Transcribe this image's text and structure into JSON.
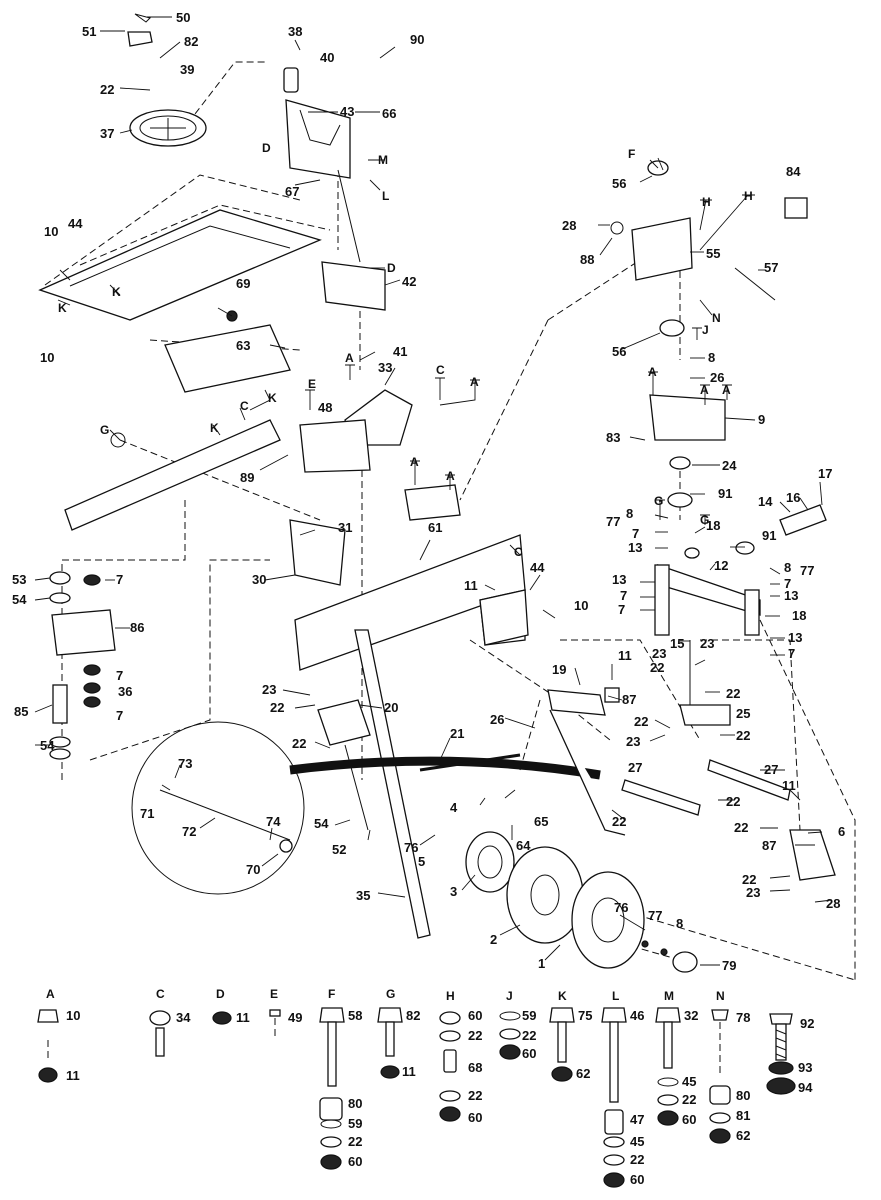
{
  "callouts": [
    "50",
    "51",
    "82",
    "22",
    "39",
    "37",
    "38",
    "40",
    "90",
    "43",
    "66",
    "67",
    "M",
    "L",
    "D",
    "42",
    "44",
    "10",
    "K",
    "69",
    "63",
    "41",
    "33",
    "A",
    "C",
    "E",
    "48",
    "89",
    "G",
    "31",
    "30",
    "61",
    "53",
    "54",
    "7",
    "86",
    "36",
    "85",
    "23",
    "20",
    "21",
    "26",
    "73",
    "71",
    "72",
    "74",
    "70",
    "52",
    "35",
    "4",
    "65",
    "64",
    "76",
    "5",
    "3",
    "2",
    "1",
    "77",
    "8",
    "79",
    "27",
    "6",
    "87",
    "11",
    "28",
    "F",
    "56",
    "84",
    "H",
    "88",
    "55",
    "57",
    "N",
    "J",
    "9",
    "83",
    "24",
    "91",
    "13",
    "18",
    "12",
    "14",
    "16",
    "17",
    "15",
    "19",
    "25"
  ],
  "legend": [
    {
      "letter": "A",
      "parts": [
        "10",
        "11"
      ]
    },
    {
      "letter": "C",
      "parts": [
        "34"
      ]
    },
    {
      "letter": "D",
      "parts": [
        "11"
      ]
    },
    {
      "letter": "E",
      "parts": [
        "49"
      ]
    },
    {
      "letter": "F",
      "parts": [
        "58",
        "80",
        "59",
        "22",
        "60"
      ]
    },
    {
      "letter": "G",
      "parts": [
        "82",
        "11"
      ]
    },
    {
      "letter": "H",
      "parts": [
        "60",
        "22",
        "68",
        "22",
        "60"
      ]
    },
    {
      "letter": "J",
      "parts": [
        "59",
        "22",
        "60"
      ]
    },
    {
      "letter": "K",
      "parts": [
        "75",
        "62"
      ]
    },
    {
      "letter": "L",
      "parts": [
        "46",
        "47",
        "45",
        "22",
        "60"
      ]
    },
    {
      "letter": "M",
      "parts": [
        "32",
        "45",
        "22",
        "60"
      ]
    },
    {
      "letter": "N",
      "parts": [
        "78",
        "80",
        "81",
        "62"
      ]
    },
    {
      "letter": "",
      "parts": [
        "92",
        "93",
        "94"
      ]
    }
  ]
}
